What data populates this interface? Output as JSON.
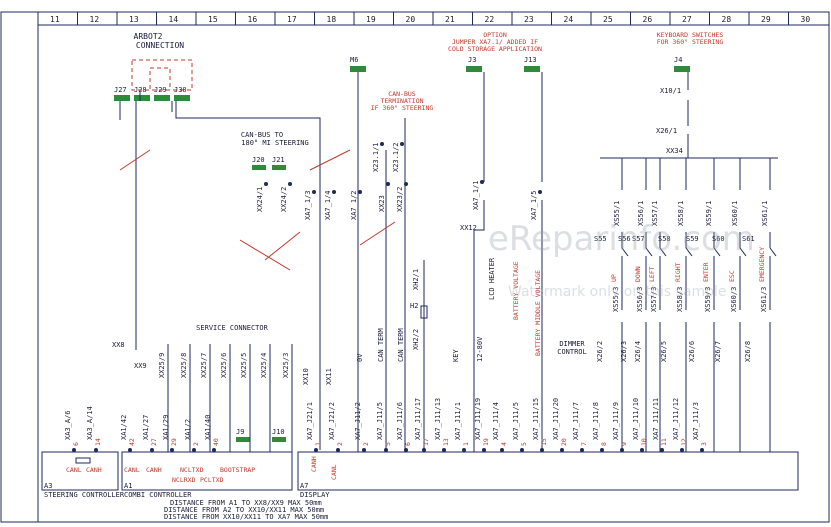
{
  "columns": [
    "11",
    "12",
    "13",
    "14",
    "15",
    "16",
    "17",
    "18",
    "19",
    "20",
    "21",
    "22",
    "23",
    "24",
    "25",
    "26",
    "27",
    "28",
    "29",
    "30"
  ],
  "titles": {
    "arbot2": [
      "ARBOT2",
      "CONNECTION"
    ],
    "can_bus_180": [
      "CAN-BUS TO",
      "180° MI STEERING"
    ],
    "can_bus_term": [
      "CAN-BUS",
      "TERMINATION",
      "IF 360° STEERING"
    ],
    "option": [
      "OPTION",
      "JUMPER XA7.1/ ADDED IF",
      "COLD STORAGE APPLICATION"
    ],
    "keyboard": [
      "KEYBOARD SWITCHES",
      "FOR 360° STEERING"
    ],
    "service": "SERVICE CONNECTOR",
    "dimmer": [
      "DIMMER",
      "CONTROL"
    ]
  },
  "connectors_top": [
    "J27",
    "J28",
    "J29",
    "J30",
    "J20",
    "J21",
    "J3",
    "J13",
    "J4",
    "M6"
  ],
  "connectors_mid": [
    "XX8",
    "XX9",
    "XX10",
    "XX11",
    "XX12",
    "XX34",
    "X10/1",
    "X26/1",
    "H2",
    "XH2/1",
    "XH2/2",
    "J9",
    "J10"
  ],
  "upper_pins": [
    "XX24/1",
    "XX24/2",
    "XA7_1/3",
    "XA7_1/4",
    "XA7_1/2",
    "XX23",
    "XX23/2",
    "X23.1/1",
    "X23.1/2",
    "XA7_1/1",
    "XA7_1/5"
  ],
  "keyboard_pins": [
    "XS55/1",
    "XS56/1",
    "XS57/1",
    "XS58/1",
    "XS59/1",
    "XS60/1",
    "XS61/1"
  ],
  "keyboard_switches": [
    "S55",
    "S56",
    "S57",
    "S58",
    "S59",
    "S60",
    "S61"
  ],
  "keyboard_functions": [
    "UP",
    "DOWN",
    "LEFT",
    "RIGHT",
    "ENTER",
    "ESC",
    "EMERGENCY"
  ],
  "keyboard_pins_low": [
    "XS55/3",
    "XS56/3",
    "XS57/3",
    "XS58/3",
    "XS59/3",
    "XS60/3",
    "XS61/3"
  ],
  "x26_pins": [
    "X26/2",
    "X26/3",
    "X26/4",
    "X26/5",
    "X26/6",
    "X26/7",
    "X26/8"
  ],
  "signal_labels": [
    "0V",
    "CAN TERM",
    "CAN TERM",
    "KEY",
    "12-80V",
    "LCD HEATER",
    "BATTERY VOLTAGE",
    "BATTERY MIDDLE VOLTAGE"
  ],
  "service_pins": [
    "XX25/9",
    "XX25/8",
    "XX25/7",
    "XX25/6",
    "XX25/5",
    "XX25/4",
    "XX25/3"
  ],
  "bottom_pins": [
    "XA3_A/6",
    "XA3_A/14",
    "XA1/42",
    "XA1/27",
    "XA1/29",
    "XA1/2",
    "XA1/40",
    "XA7_J21/1",
    "XA7_J21/2",
    "XA7_J11/2",
    "XA7_J11/5",
    "XA7_J11/6",
    "XA7_J11/17",
    "XA7_J11/13",
    "XA7_J11/1",
    "XA7_J11/19",
    "XA7_J11/4",
    "XA7_J11/5",
    "XA7_J11/15",
    "XA7_J11/20",
    "XA7_J11/7",
    "XA7_J11/8",
    "XA7_J11/9",
    "XA7_J11/10",
    "XA7_J11/11",
    "XA7_J11/12",
    "XA7_J11/3"
  ],
  "pin_numbers": [
    "6",
    "14",
    "42",
    "27",
    "29",
    "2",
    "40",
    "1",
    "2",
    "2",
    "5",
    "6",
    "17",
    "13",
    "1",
    "19",
    "4",
    "5",
    "15",
    "20",
    "7",
    "8",
    "9",
    "10",
    "11",
    "12",
    "3"
  ],
  "modules": {
    "a3": {
      "id": "A3",
      "name": "STEERING CONTROLLER",
      "pins": [
        "CANL",
        "CANH"
      ]
    },
    "a1": {
      "id": "A1",
      "name": "COMBI CONTROLLER",
      "pins": [
        "CANL",
        "CANH",
        "NCLTXD",
        "BOOTSTRAP",
        "NCLRXD",
        "PCLTXD"
      ]
    },
    "a7": {
      "id": "A7",
      "name": "DISPLAY",
      "pins": [
        "CANH",
        "CANL"
      ]
    }
  },
  "notes": [
    "DISTANCE FROM A1 TO XX8/XX9 MAX 50mm",
    "DISTANCE FROM A2 TO XX10/XX11 MAX 50mm",
    "DISTANCE FROM XX10/XX11 TO XA7 MAX 50mm"
  ],
  "watermark": [
    "eReparinfo.com",
    "Watermark only on this sample"
  ],
  "colors": {
    "wire": "#1f2a5c",
    "accent": "#c0392b",
    "connector": "#2e8b3a"
  }
}
